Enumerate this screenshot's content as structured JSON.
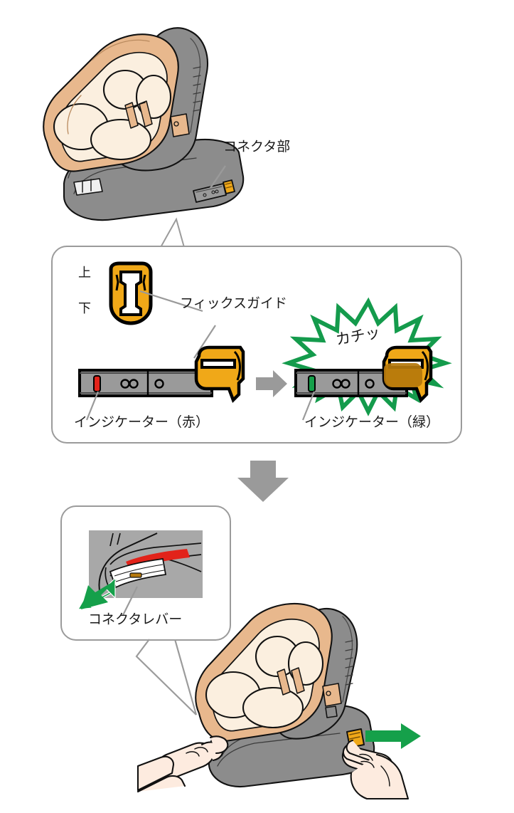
{
  "document": {
    "title": "チャイルドシート コネクタ取り付け手順",
    "language": "ja"
  },
  "steps": [
    {
      "id": "step-1",
      "figure_name": "child-seat-connector-overview",
      "labels": [
        {
          "name": "connector-part-label",
          "text": "コネクタ部"
        }
      ]
    },
    {
      "id": "step-2",
      "figure_name": "connector-engagement-detail",
      "labels": [
        {
          "name": "direction-up-label",
          "text": "上"
        },
        {
          "name": "direction-down-label",
          "text": "下"
        },
        {
          "name": "fix-guide-label",
          "text": "フィックスガイド"
        },
        {
          "name": "indicator-red-label",
          "text": "インジケーター（赤）"
        },
        {
          "name": "click-sound-label",
          "text": "カチッ"
        },
        {
          "name": "indicator-green-label",
          "text": "インジケーター（緑）"
        }
      ]
    },
    {
      "id": "step-3",
      "figure_name": "connector-lever-release",
      "labels": [
        {
          "name": "connector-lever-label",
          "text": "コネクタレバー"
        }
      ]
    }
  ],
  "colors": {
    "fabric_tan": "#E8B88D",
    "cushion_cream": "#FBEFDF",
    "base_gray": "#8C8C8C",
    "base_gray_dark": "#6E6E6E",
    "connector_orange": "#F0A818",
    "connector_orange_dark": "#B5780C",
    "indicator_red": "#E2231A",
    "indicator_green": "#15A04A",
    "burst_green": "#149B4C",
    "arrow_gray": "#9A9A9A",
    "panel_border": "#9B9B9B",
    "leader_line": "#9A9A9A",
    "outline_black": "#000000",
    "skin": "#FDEBDF"
  },
  "icons": {
    "flow_arrow_down": "down-arrow-icon",
    "flow_arrow_right": "right-arrow-icon",
    "pull_arrow": "green-pull-arrow-icon",
    "burst": "starburst-icon"
  }
}
